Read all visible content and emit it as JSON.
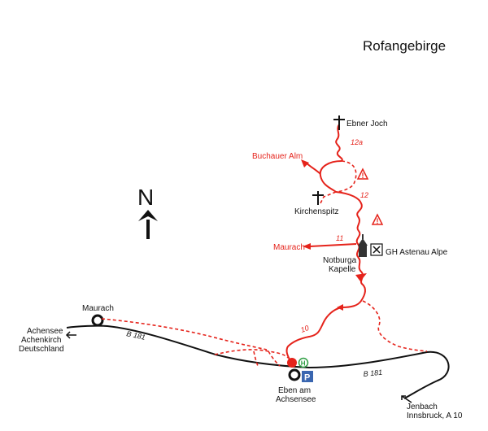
{
  "map": {
    "title": "Rofangebirge",
    "north": "N",
    "colors": {
      "route": "#e5231b",
      "road": "#111111",
      "parking": "#3a66b0",
      "bus_stop": "#2f9e44",
      "warning": "#e5231b"
    },
    "places": {
      "ebner_joch": "Ebner Joch",
      "buchauer_alm": "Buchauer Alm",
      "kirchenspitz": "Kirchenspitz",
      "maurach_route": "Maurach",
      "gh_astenau": "GH Astenau Alpe",
      "notburga_1": "Notburga",
      "notburga_2": "Kapelle",
      "maurach_town": "Maurach",
      "achensee_1": "Achensee",
      "achensee_2": "Achenkirch",
      "achensee_3": "Deutschland",
      "eben_1": "Eben am",
      "eben_2": "Achsensee",
      "jenbach_1": "Jenbach",
      "jenbach_2": "Innsbruck, A 10"
    },
    "routes": {
      "r12a": "12a",
      "r12": "12",
      "r11": "11",
      "r10": "10"
    },
    "roads": {
      "b181_west": "B 181",
      "b181_east": "B 181"
    },
    "symbols": {
      "parking": "P",
      "bus_stop": "H",
      "warning": "!"
    }
  }
}
